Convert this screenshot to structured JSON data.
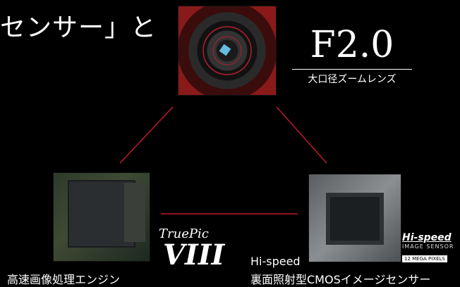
{
  "headline": "センサー」と",
  "lens": {
    "big": "F2.0",
    "sub": "大口径ズームレンズ"
  },
  "processor": {
    "label": "高速画像処理エンジン",
    "logo_top": "TruePic",
    "logo_roman": "VIII"
  },
  "sensor": {
    "top_label": "Hi-speed",
    "label": "裏面照射型CMOSイメージセンサー",
    "badge_title": "Hi-speed",
    "badge_sub": "IMAGE SENSOR",
    "badge_px": "12 MEGA PIXELS"
  },
  "colors": {
    "accent_line": "#c0182a",
    "background": "#000000"
  }
}
